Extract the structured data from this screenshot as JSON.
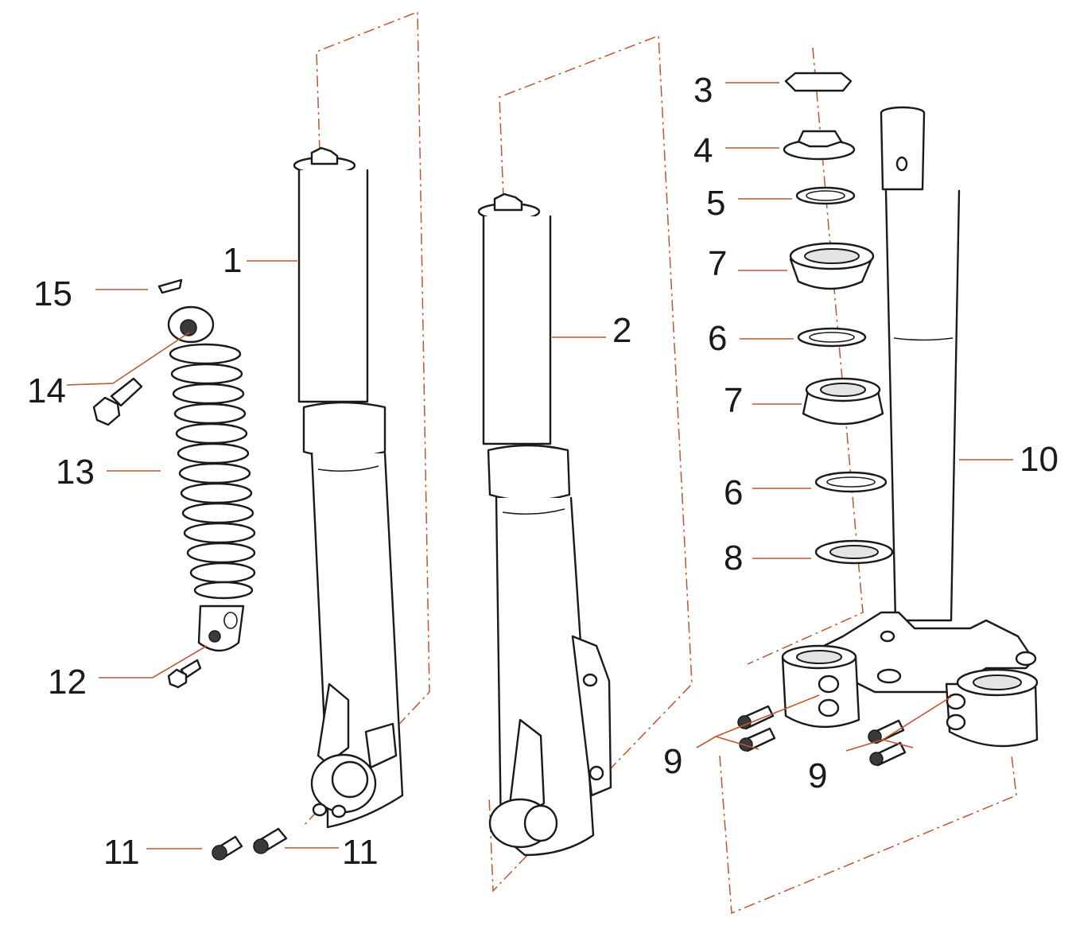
{
  "colors": {
    "leader": "#c0552f",
    "outline": "#1a1a1a",
    "fill": "#ffffff"
  },
  "callouts": [
    {
      "id": "c1",
      "text": "1"
    },
    {
      "id": "c2",
      "text": "2"
    },
    {
      "id": "c3",
      "text": "3"
    },
    {
      "id": "c4",
      "text": "4"
    },
    {
      "id": "c5",
      "text": "5"
    },
    {
      "id": "c7a",
      "text": "7"
    },
    {
      "id": "c6a",
      "text": "6"
    },
    {
      "id": "c7b",
      "text": "7"
    },
    {
      "id": "c6b",
      "text": "6"
    },
    {
      "id": "c8",
      "text": "8"
    },
    {
      "id": "c10",
      "text": "10"
    },
    {
      "id": "c9a",
      "text": "9"
    },
    {
      "id": "c9b",
      "text": "9"
    },
    {
      "id": "c15",
      "text": "15"
    },
    {
      "id": "c14",
      "text": "14"
    },
    {
      "id": "c13",
      "text": "13"
    },
    {
      "id": "c12",
      "text": "12"
    },
    {
      "id": "c11a",
      "text": "11"
    },
    {
      "id": "c11b",
      "text": "11"
    }
  ]
}
